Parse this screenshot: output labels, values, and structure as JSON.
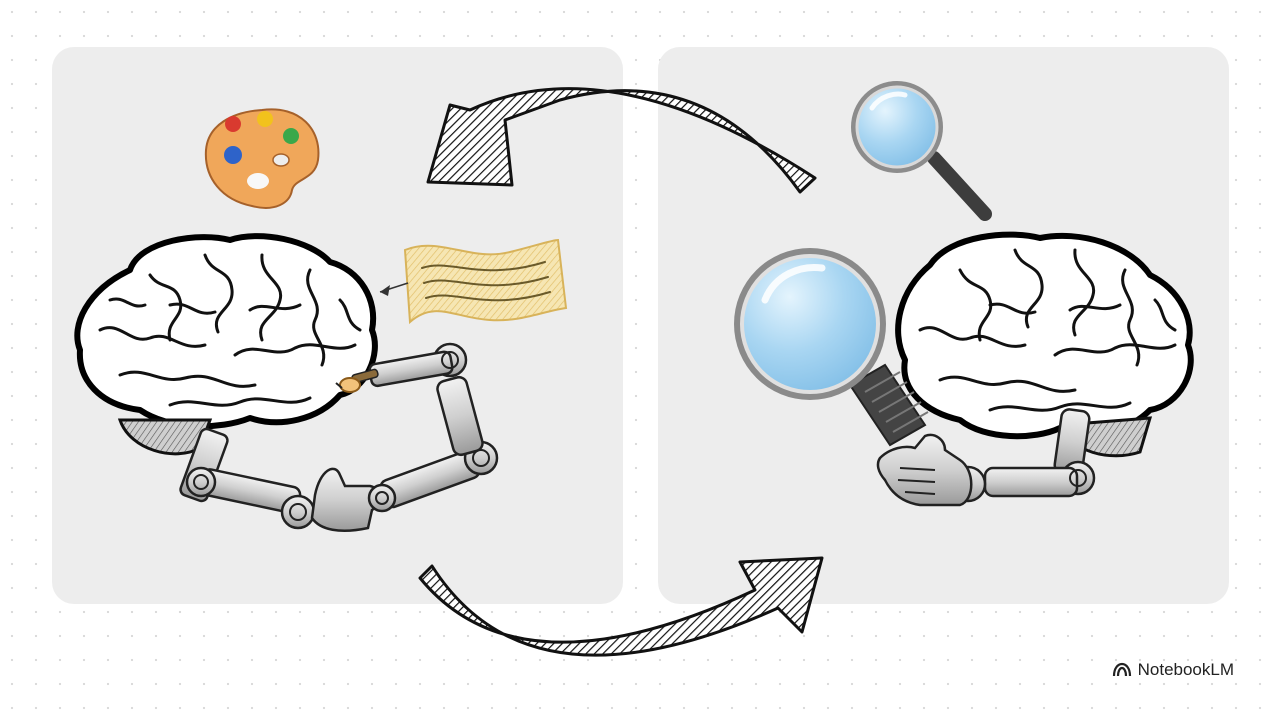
{
  "brand": {
    "name": "NotebookLM",
    "icon": "notebooklm-logo-icon"
  },
  "panels": [
    {
      "side": "left",
      "icons": [
        "palette-icon",
        "brain-icon",
        "paper-note-icon",
        "robot-arm-icon",
        "paintbrush-icon"
      ]
    },
    {
      "side": "right",
      "icons": [
        "magnifier-icon",
        "brain-icon",
        "robot-arm-icon"
      ]
    }
  ],
  "arrows": [
    "arrow-top-to-left",
    "arrow-bottom-to-right"
  ],
  "colors": {
    "panel": "#ededed",
    "ink": "#111111",
    "lens": "#a9d6f2",
    "paper": "#f3dfa3",
    "palette": "#f0a75a"
  }
}
